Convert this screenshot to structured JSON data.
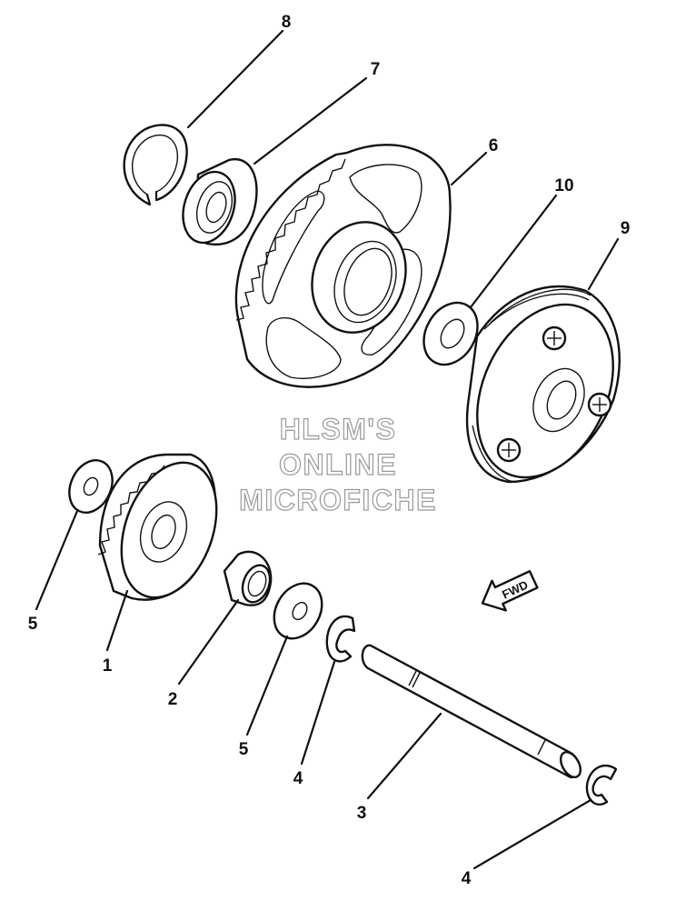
{
  "watermark": [
    "HLSM'S",
    "ONLINE",
    "MICROFICHE"
  ],
  "direction_arrow": "FWD",
  "callouts": [
    {
      "id": "c8",
      "text": "8"
    },
    {
      "id": "c7",
      "text": "7"
    },
    {
      "id": "c6",
      "text": "6"
    },
    {
      "id": "c10",
      "text": "10"
    },
    {
      "id": "c9",
      "text": "9"
    },
    {
      "id": "c5a",
      "text": "5"
    },
    {
      "id": "c1",
      "text": "1"
    },
    {
      "id": "c2",
      "text": "2"
    },
    {
      "id": "c5b",
      "text": "5"
    },
    {
      "id": "c4a",
      "text": "4"
    },
    {
      "id": "c3",
      "text": "3"
    },
    {
      "id": "c4b",
      "text": "4"
    }
  ]
}
